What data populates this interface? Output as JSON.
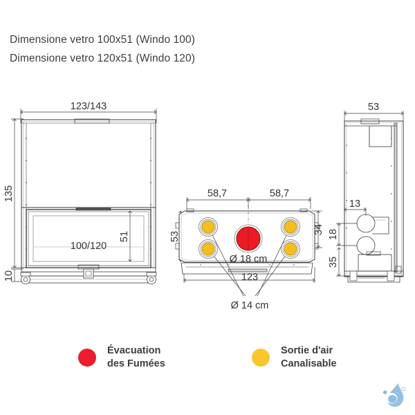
{
  "document": {
    "title_lines": [
      "Dimensione vetro 100x51 (Windo 100)",
      "Dimensione vetro 120x51 (Windo 120)"
    ]
  },
  "views": {
    "front": {
      "name": "front-elevation",
      "dimensions": {
        "width_top": "123/143",
        "height_left": "135",
        "base_height": "10",
        "glass_width": "100/120",
        "glass_height": "51"
      }
    },
    "top": {
      "name": "top-plan-view",
      "dimensions": {
        "left_span": "58,7",
        "right_span": "58,7",
        "depth_left": "53",
        "depth_right": "34",
        "width_bottom": "123"
      },
      "callouts": {
        "flue": "Ø 18 cm",
        "air_outlets": "Ø 14 cm"
      },
      "ports": {
        "flue_color": "#ED1C24",
        "outlet_color": "#F5BE1E",
        "outlet_count": 4
      }
    },
    "side": {
      "name": "side-elevation",
      "dimensions": {
        "width_top": "53",
        "offset_top": "13",
        "spacing": "18",
        "height_bottom": "35"
      }
    }
  },
  "legend": {
    "items": [
      {
        "color": "#ED1C2E",
        "swatch_name": "legend-swatch-flue",
        "line1": "Évacuation",
        "line2": "des Fumées"
      },
      {
        "color": "#F9C62B",
        "swatch_name": "legend-swatch-air",
        "line1": "Sortie d'air",
        "line2": "Canalisable"
      }
    ]
  },
  "watermark": {
    "name": "brand-flame-logo",
    "color": "#93BEE0"
  }
}
